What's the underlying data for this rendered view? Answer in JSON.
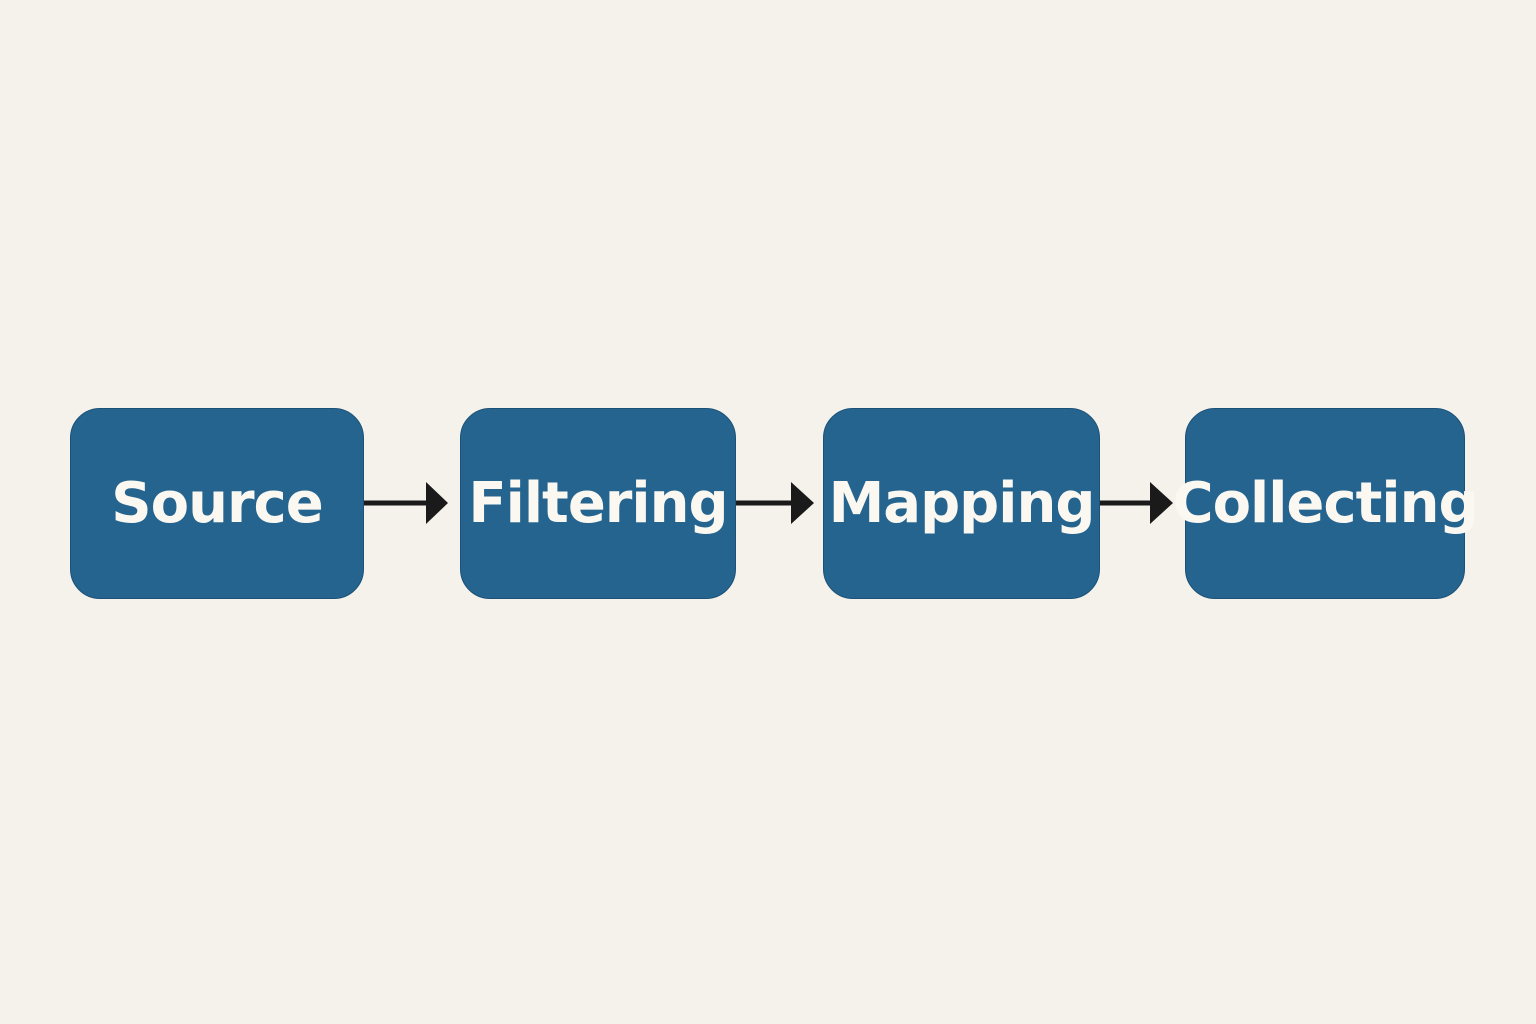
{
  "colors": {
    "background": "#f5f1eb",
    "box_fill": "#24648f",
    "box_text": "#fbf8f2",
    "arrow": "#1a1a1a"
  },
  "stages": [
    {
      "label": "Source"
    },
    {
      "label": "Filtering"
    },
    {
      "label": "Mapping"
    },
    {
      "label": "Collecting"
    }
  ]
}
